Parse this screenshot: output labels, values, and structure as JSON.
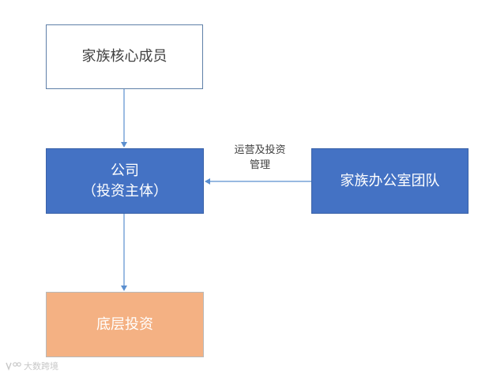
{
  "nodes": {
    "family_core": {
      "label": "家族核心成员"
    },
    "company": {
      "label_line1": "公司",
      "label_line2": "（投资主体）"
    },
    "family_office": {
      "label": "家族办公室团队"
    },
    "bottom_investment": {
      "label": "底层投资"
    }
  },
  "edges": {
    "office_to_company": {
      "label_line1": "运营及投资",
      "label_line2": "管理"
    }
  },
  "watermark": {
    "text": "大数跨境",
    "icon": "logo-mark-icon"
  },
  "colors": {
    "primary_box": "#4472c4",
    "accent_box": "#f4b183",
    "outline_box": "#5f7fa8",
    "arrow": "#5b8fcf",
    "text_dark": "#404040"
  }
}
